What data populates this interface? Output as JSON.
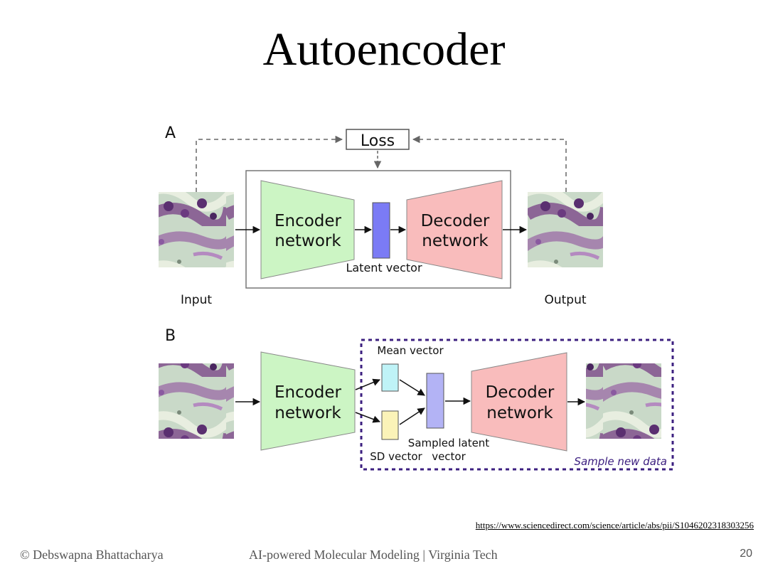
{
  "slide": {
    "title": "Autoencoder",
    "page_number": "20",
    "source_url": "https://www.sciencedirect.com/science/article/abs/pii/S1046202318303256"
  },
  "footer": {
    "author": "© Debswapna Bhattacharya",
    "course": "AI-powered Molecular Modeling | Virginia Tech"
  },
  "diagram": {
    "panel_a": {
      "label": "A",
      "loss": "Loss",
      "encoder_line1": "Encoder",
      "encoder_line2": "network",
      "decoder_line1": "Decoder",
      "decoder_line2": "network",
      "latent": "Latent vector",
      "input": "Input",
      "output": "Output"
    },
    "panel_b": {
      "label": "B",
      "encoder_line1": "Encoder",
      "encoder_line2": "network",
      "decoder_line1": "Decoder",
      "decoder_line2": "network",
      "mean": "Mean vector",
      "sd": "SD vector",
      "sampled_line1": "Sampled latent",
      "sampled_line2": "vector",
      "sample_new": "Sample new data"
    },
    "colors": {
      "encoder": "#ccf5c4",
      "decoder": "#f9bcbc",
      "latent": "#7b7bf5",
      "mean": "#bff3f7",
      "sd": "#fbf3b8",
      "sampled": "#b3b3f5",
      "dashed_box": "#3d2080"
    }
  }
}
